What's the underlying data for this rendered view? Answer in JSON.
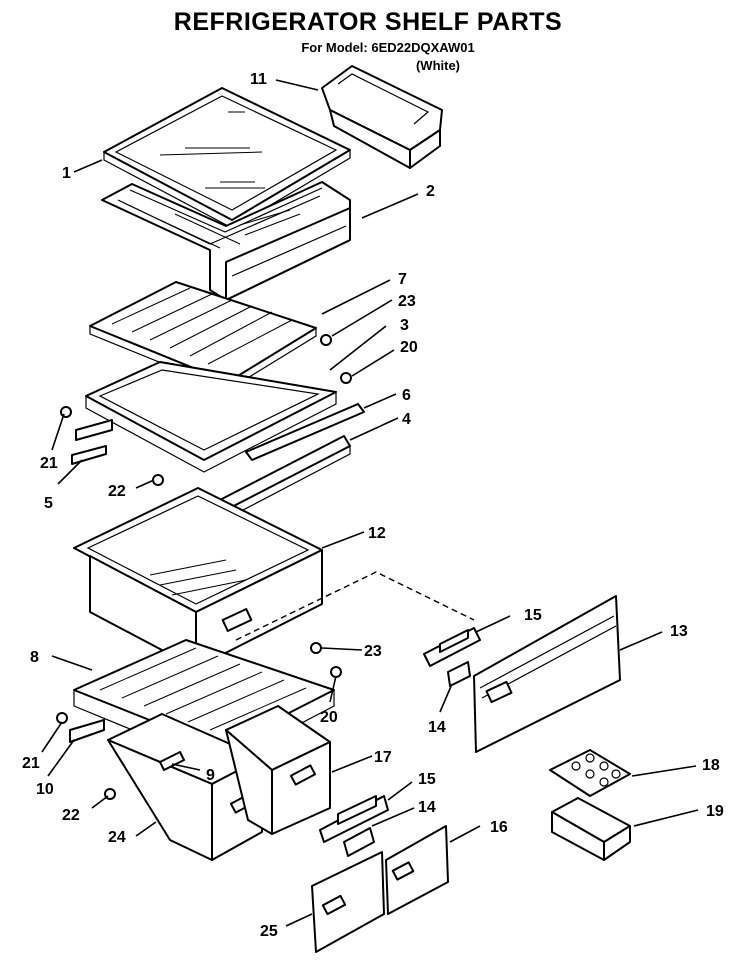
{
  "title": "REFRIGERATOR SHELF PARTS",
  "model_line": "For Model: 6ED22DQXAW01",
  "color_line": "(White)",
  "callouts": {
    "c1": "1",
    "c2": "2",
    "c3": "3",
    "c4": "4",
    "c5": "5",
    "c6": "6",
    "c7": "7",
    "c8": "8",
    "c9": "9",
    "c10": "10",
    "c11": "11",
    "c12": "12",
    "c13": "13",
    "c14a": "14",
    "c14b": "14",
    "c15a": "15",
    "c15b": "15",
    "c16": "16",
    "c17": "17",
    "c18": "18",
    "c19": "19",
    "c20a": "20",
    "c20b": "20",
    "c21a": "21",
    "c21b": "21",
    "c22a": "22",
    "c22b": "22",
    "c23a": "23",
    "c23b": "23",
    "c24": "24",
    "c25": "25"
  }
}
